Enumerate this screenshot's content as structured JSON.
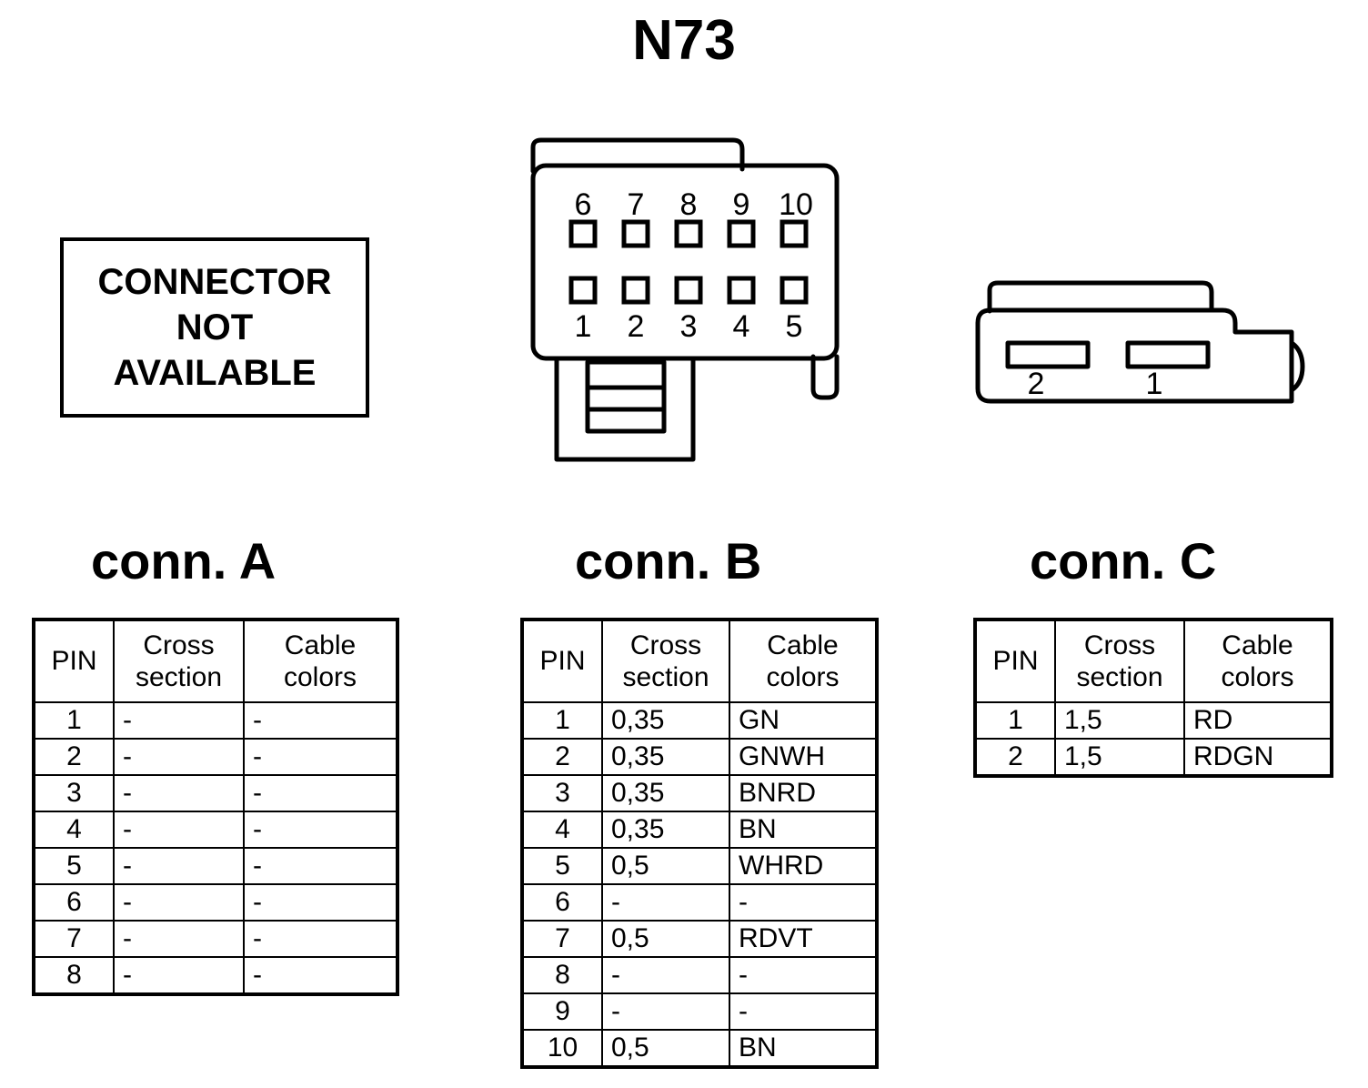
{
  "title": "N73",
  "notice": {
    "lines": [
      "CONNECTOR",
      "NOT",
      "AVAILABLE"
    ]
  },
  "connectors": {
    "a": {
      "heading": "conn. A",
      "drawing": "not-available"
    },
    "b": {
      "heading": "conn. B",
      "drawing": "10-pin-rectangular-housing",
      "pin_labels_top": [
        "6",
        "7",
        "8",
        "9",
        "10"
      ],
      "pin_labels_bottom": [
        "1",
        "2",
        "3",
        "4",
        "5"
      ]
    },
    "c": {
      "heading": "conn. C",
      "drawing": "2-slot-flat-housing",
      "slot_labels": [
        "2",
        "1"
      ]
    }
  },
  "table_headers": {
    "pin": "PIN",
    "cross_section_l1": "Cross",
    "cross_section_l2": "section",
    "cable_colors_l1": "Cable",
    "cable_colors_l2": "colors"
  },
  "tables": {
    "a": {
      "rows": [
        {
          "pin": "1",
          "cross_section": "-",
          "cable_colors": "-"
        },
        {
          "pin": "2",
          "cross_section": "-",
          "cable_colors": "-"
        },
        {
          "pin": "3",
          "cross_section": "-",
          "cable_colors": "-"
        },
        {
          "pin": "4",
          "cross_section": "-",
          "cable_colors": "-"
        },
        {
          "pin": "5",
          "cross_section": "-",
          "cable_colors": "-"
        },
        {
          "pin": "6",
          "cross_section": "-",
          "cable_colors": "-"
        },
        {
          "pin": "7",
          "cross_section": "-",
          "cable_colors": "-"
        },
        {
          "pin": "8",
          "cross_section": "-",
          "cable_colors": "-"
        }
      ]
    },
    "b": {
      "rows": [
        {
          "pin": "1",
          "cross_section": "0,35",
          "cable_colors": "GN"
        },
        {
          "pin": "2",
          "cross_section": "0,35",
          "cable_colors": "GNWH"
        },
        {
          "pin": "3",
          "cross_section": "0,35",
          "cable_colors": "BNRD"
        },
        {
          "pin": "4",
          "cross_section": "0,35",
          "cable_colors": "BN"
        },
        {
          "pin": "5",
          "cross_section": "0,5",
          "cable_colors": "WHRD"
        },
        {
          "pin": "6",
          "cross_section": "-",
          "cable_colors": "-"
        },
        {
          "pin": "7",
          "cross_section": "0,5",
          "cable_colors": "RDVT"
        },
        {
          "pin": "8",
          "cross_section": "-",
          "cable_colors": "-"
        },
        {
          "pin": "9",
          "cross_section": "-",
          "cable_colors": "-"
        },
        {
          "pin": "10",
          "cross_section": "0,5",
          "cable_colors": "BN"
        }
      ]
    },
    "c": {
      "rows": [
        {
          "pin": "1",
          "cross_section": "1,5",
          "cable_colors": "RD"
        },
        {
          "pin": "2",
          "cross_section": "1,5",
          "cable_colors": "RDGN"
        }
      ]
    }
  },
  "colors": {
    "ink": "#000000",
    "paper": "#ffffff"
  }
}
